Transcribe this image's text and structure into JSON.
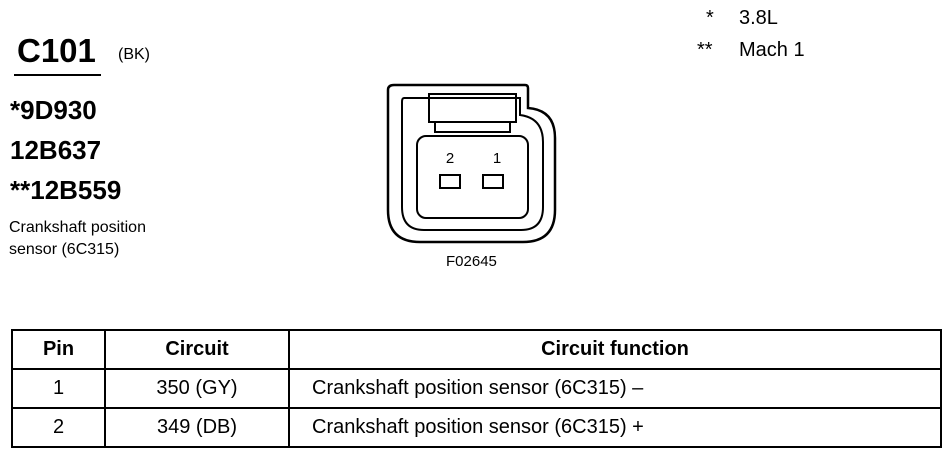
{
  "connector": {
    "id": "C101",
    "color_code": "(BK)"
  },
  "part_numbers": [
    "*9D930",
    "12B637",
    "**12B559"
  ],
  "description": [
    "Crankshaft position",
    "sensor (6C315)"
  ],
  "notes": [
    {
      "mark": "*",
      "text": "3.8L"
    },
    {
      "mark": "**",
      "text": "Mach 1"
    }
  ],
  "figure_code": "F02645",
  "connector_pins": [
    "2",
    "1"
  ],
  "table": {
    "headers": [
      "Pin",
      "Circuit",
      "Circuit function"
    ],
    "rows": [
      {
        "pin": "1",
        "circuit": "350 (GY)",
        "function": "Crankshaft position sensor (6C315) –"
      },
      {
        "pin": "2",
        "circuit": "349 (DB)",
        "function": "Crankshaft position sensor (6C315) +"
      }
    ]
  }
}
